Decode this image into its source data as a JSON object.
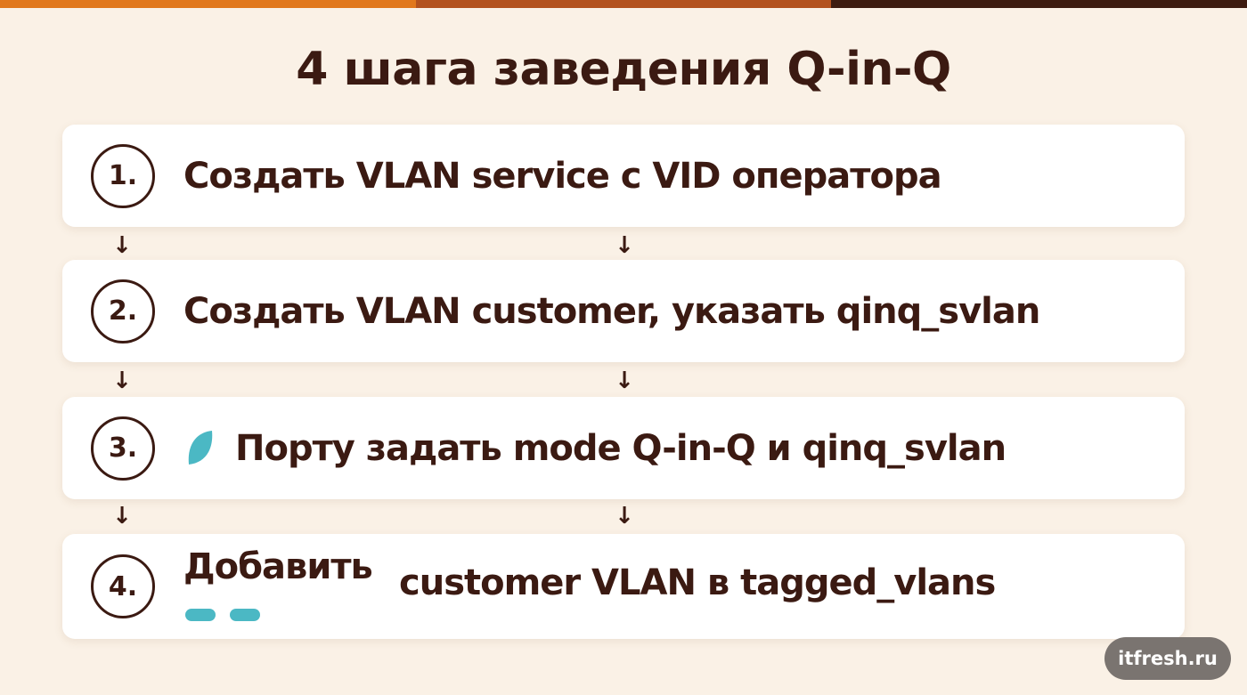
{
  "colors": {
    "background": "#faf1e6",
    "card": "#ffffff",
    "text": "#3b1a12",
    "accent": "#4bb8c4",
    "top_bar": [
      "#e1781c",
      "#b3521e",
      "#3d1c10"
    ]
  },
  "title": "4 шага заведения Q-in-Q",
  "steps": [
    {
      "number": "1.",
      "text": "Создать VLAN service с VID оператора"
    },
    {
      "number": "2.",
      "text": "Создать VLAN customer, указать qinq_svlan"
    },
    {
      "number": "3.",
      "text": "Порту задать mode Q-in-Q и qinq_svlan",
      "icon": "leaf-icon"
    },
    {
      "number": "4.",
      "text_part1": "Добавить",
      "text_part2": "customer VLAN в tagged_vlans"
    }
  ],
  "arrow_glyph": "↓",
  "watermark": "itfresh.ru"
}
